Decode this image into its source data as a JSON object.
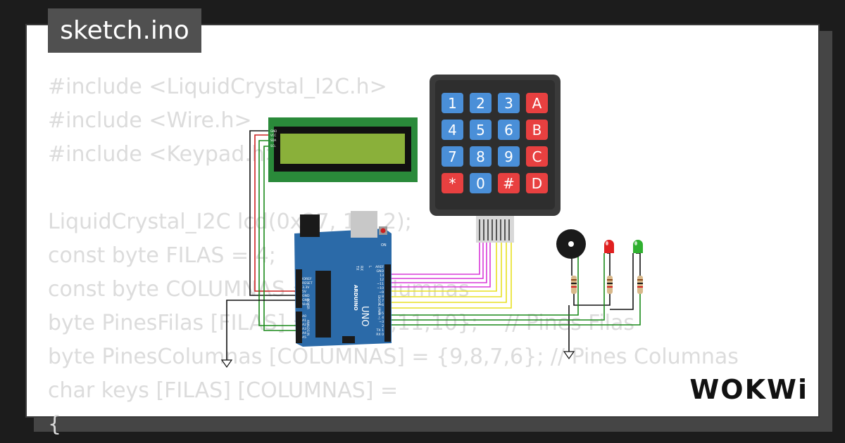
{
  "filename": "sketch.ino",
  "code_lines": [
    "#include <LiquidCrystal_I2C.h>",
    "#include <Wire.h>",
    "#include <Keypad.h>",
    "",
    "LiquidCrystal_I2C lcd(0x27, 16, 2);",
    "const byte FILAS = 4;",
    "const byte COLUMNAS = 4; // Columnas",
    "byte PinesFilas [FILAS] = {13,12,11,10};    // Pines Filas",
    "byte PinesColumnas [COLUMNAS] = {9,8,7,6}; // Pines Columnas",
    "char keys [FILAS] [COLUMNAS] =",
    "{"
  ],
  "brand": "WOKWi",
  "keypad": {
    "keys": [
      [
        "1",
        "2",
        "3",
        "A"
      ],
      [
        "4",
        "5",
        "6",
        "B"
      ],
      [
        "7",
        "8",
        "9",
        "C"
      ],
      [
        "*",
        "0",
        "#",
        "D"
      ]
    ]
  },
  "board": {
    "logo": "ARDUINO",
    "model": "UNO",
    "power_labels": [
      "IOREF",
      "RESET",
      "3.3V",
      "5V",
      "GND",
      "GND",
      "Vin"
    ],
    "analog_labels": [
      "A0",
      "A1",
      "A2",
      "A3",
      "A4",
      "A5"
    ],
    "digital_labels": [
      "AREF",
      "GND",
      "13",
      "12",
      "~11",
      "~10",
      "~9",
      "8",
      "7",
      "~6",
      "~5",
      "4",
      "~3",
      "2",
      "TX 1",
      "RX 0"
    ],
    "power_header": "POWER",
    "analog_header": "ANALOG IN",
    "digital_header": "DIGITAL (PWM ~)",
    "on_label": "ON",
    "l_label": "L",
    "tx_label": "TX",
    "rx_label": "RX"
  },
  "lcd_pins": [
    "GND",
    "VCC",
    "SDA",
    "SCL"
  ],
  "colors": {
    "lcd_board": "#2a8a3a",
    "lcd_screen": "#8ab03a",
    "arduino": "#2b6aa8",
    "keypad_body": "#3a3a3a",
    "key_blue": "#4a8fd8",
    "key_red": "#e84040",
    "wire_magenta": "#d838d8",
    "wire_yellow": "#e8e020",
    "wire_red": "#cc2020",
    "wire_green": "#1a8a1a",
    "wire_black": "#111111"
  }
}
